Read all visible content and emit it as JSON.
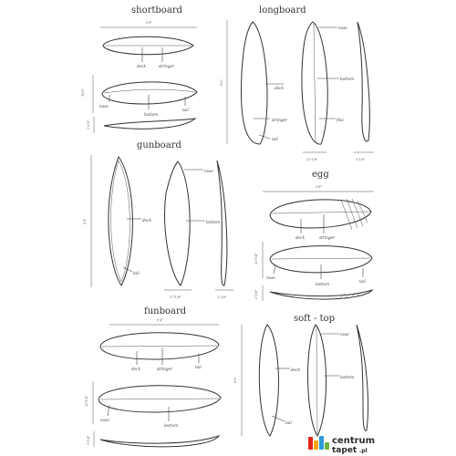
{
  "sections": {
    "shortboard": "shortboard",
    "longboard": "longboard",
    "gunboard": "gunboard",
    "egg": "egg",
    "funboard": "funboard",
    "softtop": "soft - top"
  },
  "labels": {
    "deck": "deck",
    "stringer": "stringer",
    "bottom": "bottom",
    "tail": "tail",
    "nose": "nose",
    "fins": "fins"
  },
  "dims": {
    "short_len": "5'8\"",
    "short_w": "18'4\"",
    "short_t": "2'3/8\"",
    "long_len": "9'0\"",
    "long_w": "22'1/8\"",
    "long_t": "3'1/8\"",
    "gun_len": "6'4\"",
    "gun_w": "17'1/8\"",
    "gun_t": "2'3/8\"",
    "egg_len": "5'8\"",
    "egg_w": "20'1/8\"",
    "egg_t": "2'5/8\"",
    "fun_len": "6'4\"",
    "fun_w": "20'1/8\"",
    "fun_t": "2'1/8\"",
    "soft_len": "6'0\""
  },
  "brand": {
    "line1": "centrum",
    "line2": "tapet",
    "suffix": ".pl",
    "colors": [
      "#e2231a",
      "#f7a600",
      "#2e9cd8",
      "#6cb33f"
    ]
  }
}
